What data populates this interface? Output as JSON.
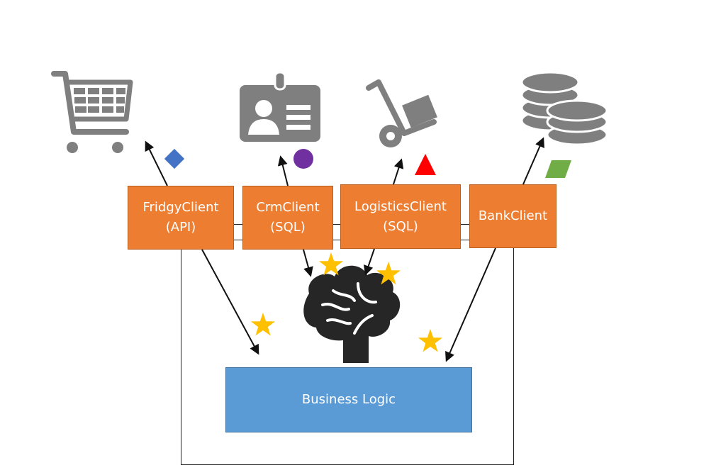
{
  "clients": [
    {
      "name": "FridgyClient",
      "kind": "(API)",
      "icon": "shopping-cart-icon"
    },
    {
      "name": "CrmClient",
      "kind": "(SQL)",
      "icon": "id-badge-icon"
    },
    {
      "name": "LogisticsClient",
      "kind": "(SQL)",
      "icon": "hand-truck-icon"
    },
    {
      "name": "BankClient",
      "kind": "",
      "icon": "coins-stack-icon"
    }
  ],
  "business_logic": {
    "label": "Business Logic",
    "icon": "brain-icon"
  },
  "markers": [
    "blue-diamond",
    "purple-circle",
    "red-triangle",
    "green-parallelogram"
  ],
  "colors": {
    "client_fill": "#ed7d31",
    "logic_fill": "#5b9bd5",
    "icon_gray": "#7f7f7f",
    "brain": "#262626",
    "star": "#ffc000",
    "marker_blue": "#4472c4",
    "marker_purple": "#7030a0",
    "marker_red": "#ff0000",
    "marker_green": "#70ad47"
  }
}
